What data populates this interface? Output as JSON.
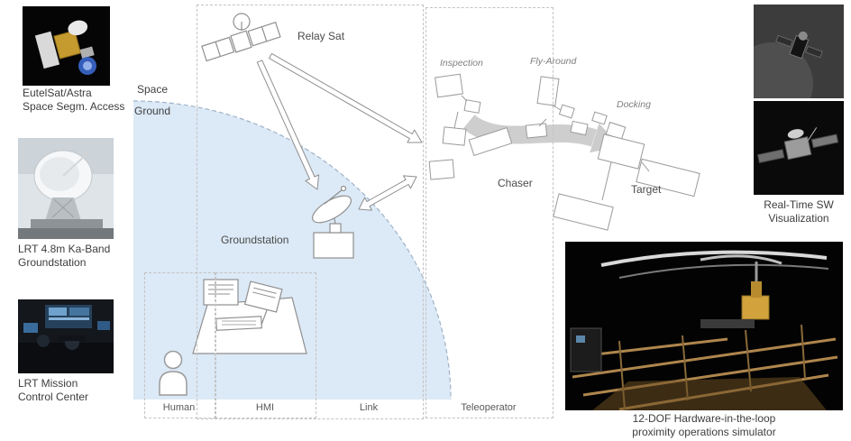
{
  "photos": {
    "eutelsat": {
      "caption": [
        "EutelSat/Astra",
        "Space Segm. Access"
      ]
    },
    "groundstation": {
      "caption": [
        "LRT 4.8m Ka-Band",
        "Groundstation"
      ]
    },
    "mission_control": {
      "caption": [
        "LRT Mission",
        "Control Center"
      ]
    },
    "visualization": {
      "caption": [
        "Real-Time SW",
        "Visualization"
      ]
    },
    "simulator": {
      "caption": [
        "12-DOF Hardware-in-the-loop",
        "proximity operations simulator"
      ]
    }
  },
  "diagram": {
    "space": "Space",
    "ground": "Ground",
    "relay_sat": "Relay Sat",
    "groundstation": "Groundstation",
    "chaser": "Chaser",
    "target": "Target",
    "phases": {
      "inspection": "Inspection",
      "fly_around": "Fly-Around",
      "docking": "Docking"
    },
    "columns": {
      "human": "Human",
      "hmi": "HMI",
      "link": "Link",
      "teleoperator": "Teleoperator"
    },
    "colors": {
      "ground_fill": "#dce9f6",
      "dashed_line": "#c3c3c3",
      "sketch_stroke": "#8f8f8f",
      "phase_arrow": "#c9c9c9"
    }
  }
}
